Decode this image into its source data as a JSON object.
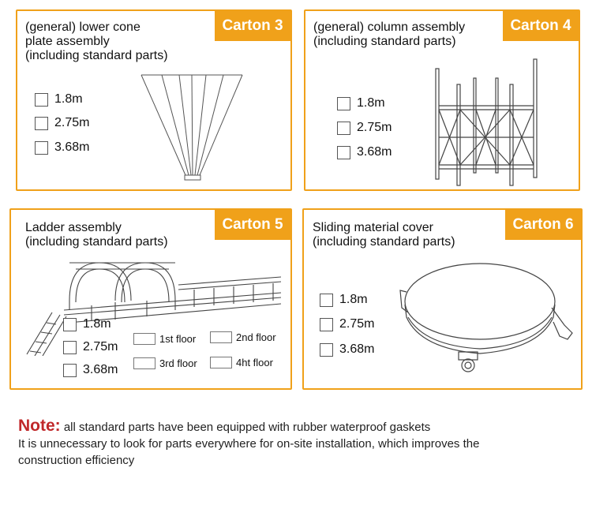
{
  "cards": [
    {
      "carton": "Carton 3",
      "title": "(general) lower cone\nplate assembly\n(including standard parts)",
      "options": [
        "1.8m",
        "2.75m",
        "3.68m"
      ]
    },
    {
      "carton": "Carton 4",
      "title": "(general) column assembly\n(including standard parts)",
      "options": [
        "1.8m",
        "2.75m",
        "3.68m"
      ]
    },
    {
      "carton": "Carton 5",
      "title": "Ladder assembly\n(including standard parts)",
      "options": [
        "1.8m",
        "2.75m",
        "3.68m"
      ],
      "floors": [
        "1st floor",
        "2nd floor",
        "3rd floor",
        "4ht floor"
      ]
    },
    {
      "carton": "Carton 6",
      "title": "Sliding material cover\n(including standard parts)",
      "options": [
        "1.8m",
        "2.75m",
        "3.68m"
      ]
    }
  ],
  "note": {
    "label": "Note:",
    "line1": " all standard parts have been equipped with rubber waterproof gaskets",
    "line2": "It is unnecessary to look for parts everywhere for on-site installation, which improves the construction efficiency"
  },
  "colors": {
    "accent": "#f0a11a",
    "note_label": "#c0282a"
  }
}
